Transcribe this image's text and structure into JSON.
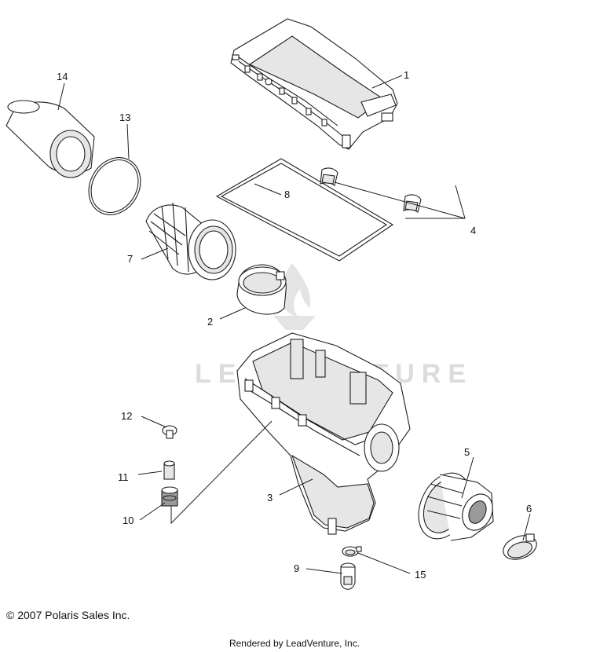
{
  "diagram": {
    "callouts": [
      {
        "id": "1",
        "label": "1"
      },
      {
        "id": "2",
        "label": "2"
      },
      {
        "id": "3",
        "label": "3"
      },
      {
        "id": "4",
        "label": "4"
      },
      {
        "id": "5",
        "label": "5"
      },
      {
        "id": "6",
        "label": "6"
      },
      {
        "id": "7",
        "label": "7"
      },
      {
        "id": "8",
        "label": "8"
      },
      {
        "id": "9",
        "label": "9"
      },
      {
        "id": "10",
        "label": "10"
      },
      {
        "id": "11",
        "label": "11"
      },
      {
        "id": "12",
        "label": "12"
      },
      {
        "id": "13",
        "label": "13"
      },
      {
        "id": "14",
        "label": "14"
      },
      {
        "id": "15",
        "label": "15"
      }
    ],
    "watermark": "LEADVENTURE"
  },
  "footer": {
    "copyright": "© 2007 Polaris Sales Inc.",
    "rendered_by": "Rendered by LeadVenture, Inc."
  }
}
